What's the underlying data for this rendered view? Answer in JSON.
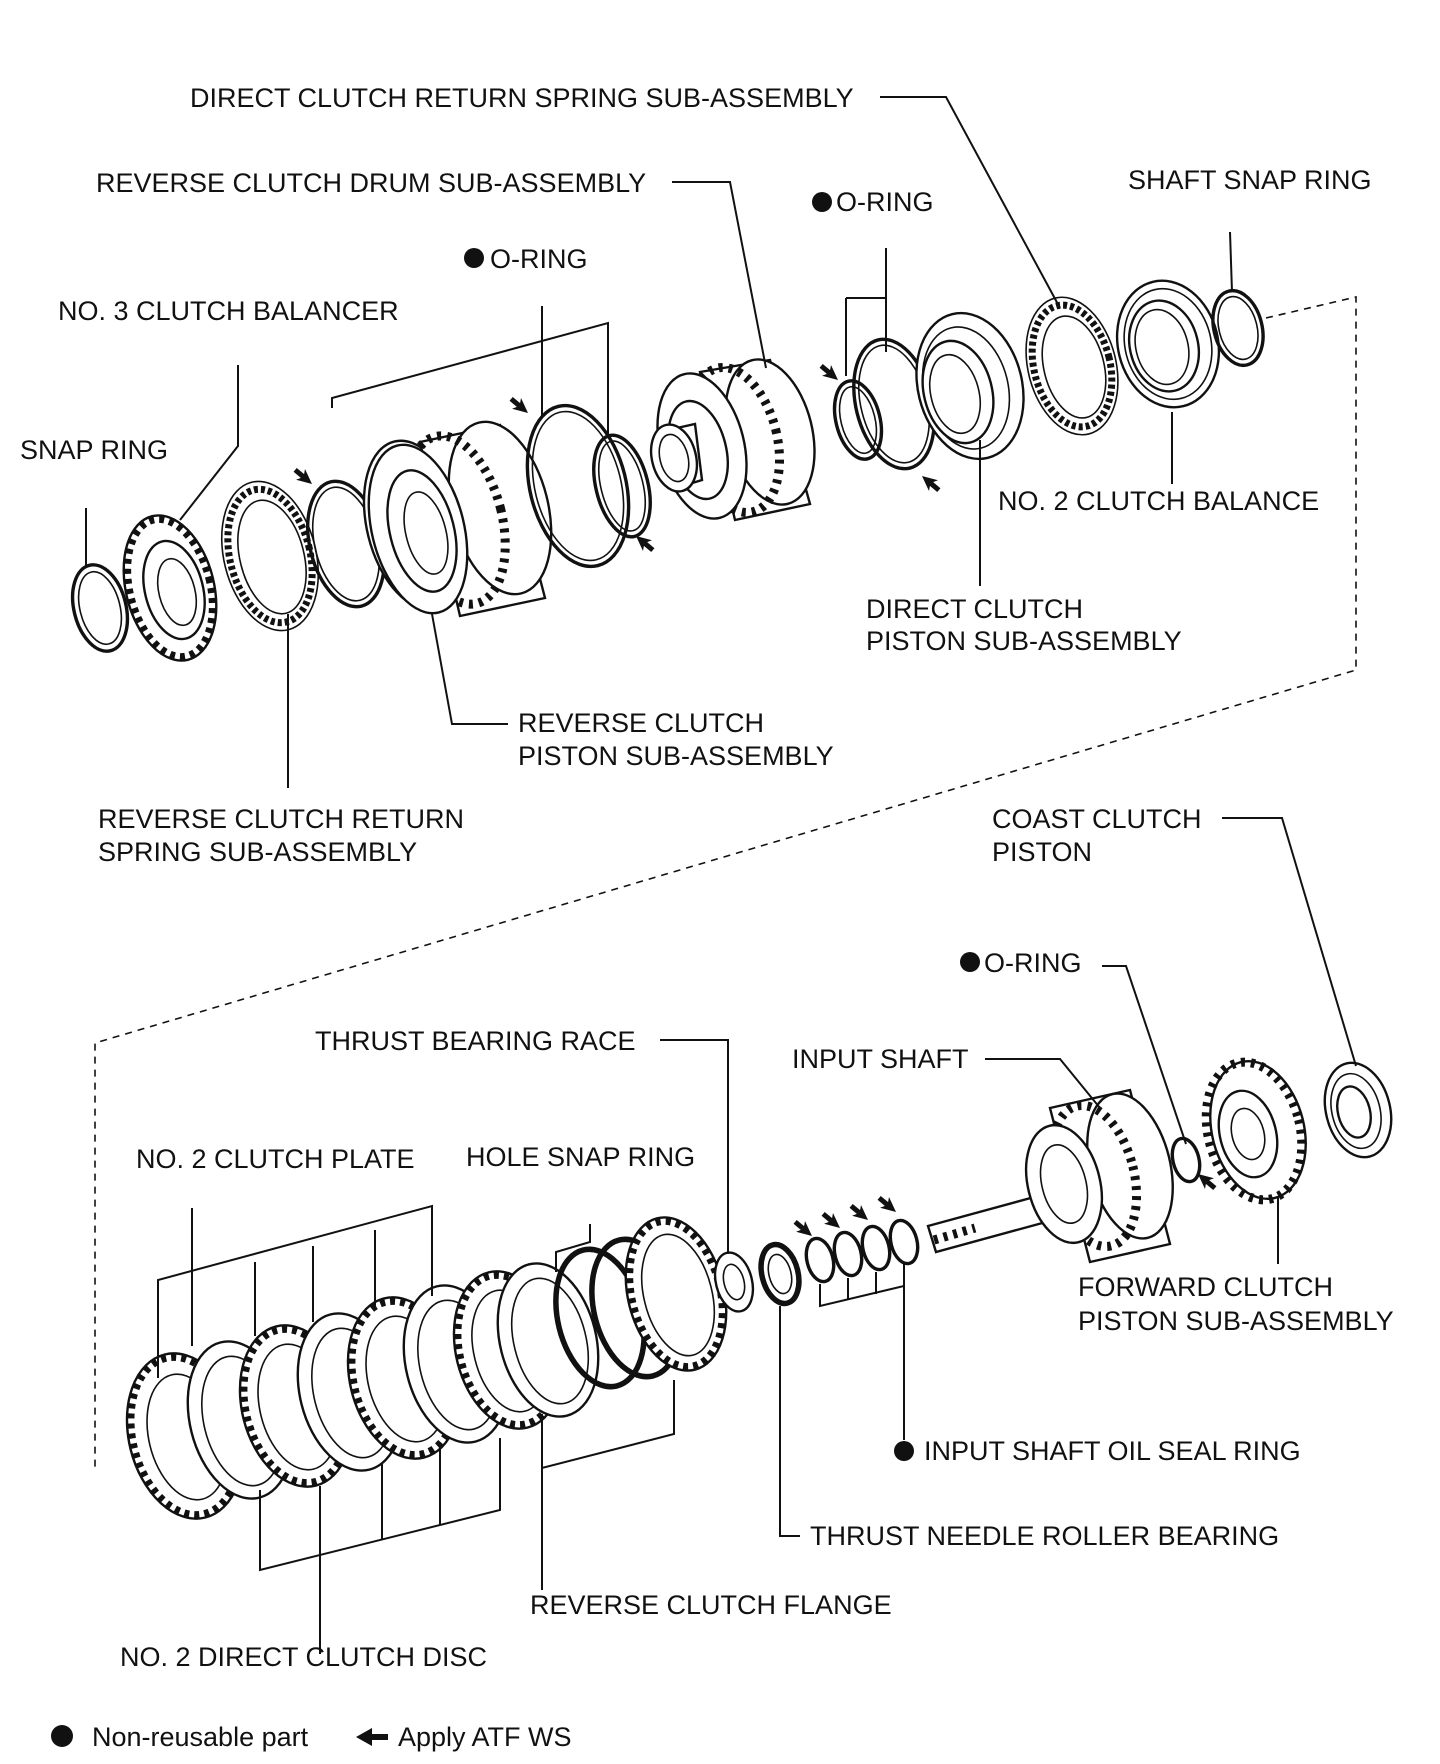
{
  "labels": {
    "direct_clutch_return_spring": "DIRECT CLUTCH RETURN SPRING SUB-ASSEMBLY",
    "reverse_clutch_drum": "REVERSE CLUTCH DRUM SUB-ASSEMBLY",
    "o_ring_top_right": "O-RING",
    "shaft_snap_ring": "SHAFT SNAP RING",
    "o_ring_top_left": "O-RING",
    "no3_clutch_balancer": "NO. 3 CLUTCH BALANCER",
    "snap_ring": "SNAP RING",
    "no2_clutch_balance": "NO. 2 CLUTCH BALANCE",
    "direct_clutch_piston_l1": "DIRECT CLUTCH",
    "direct_clutch_piston_l2": "PISTON SUB-ASSEMBLY",
    "reverse_clutch_piston_l1": "REVERSE CLUTCH",
    "reverse_clutch_piston_l2": "PISTON SUB-ASSEMBLY",
    "reverse_clutch_return_spring_l1": "REVERSE CLUTCH RETURN",
    "reverse_clutch_return_spring_l2": "SPRING SUB-ASSEMBLY",
    "coast_clutch_piston_l1": "COAST CLUTCH",
    "coast_clutch_piston_l2": "PISTON",
    "o_ring_bottom": "O-RING",
    "thrust_bearing_race": "THRUST BEARING RACE",
    "input_shaft": "INPUT SHAFT",
    "no2_clutch_plate": "NO. 2 CLUTCH PLATE",
    "hole_snap_ring": "HOLE SNAP RING",
    "forward_clutch_piston_l1": "FORWARD CLUTCH",
    "forward_clutch_piston_l2": "PISTON SUB-ASSEMBLY",
    "input_shaft_oil_seal_ring": "INPUT SHAFT OIL SEAL RING",
    "thrust_needle_roller_bearing": "THRUST NEEDLE ROLLER BEARING",
    "reverse_clutch_flange": "REVERSE CLUTCH FLANGE",
    "no2_direct_clutch_disc": "NO. 2 DIRECT CLUTCH DISC"
  },
  "legend": {
    "non_reusable": "Non-reusable part",
    "apply_atf": "Apply ATF WS"
  }
}
